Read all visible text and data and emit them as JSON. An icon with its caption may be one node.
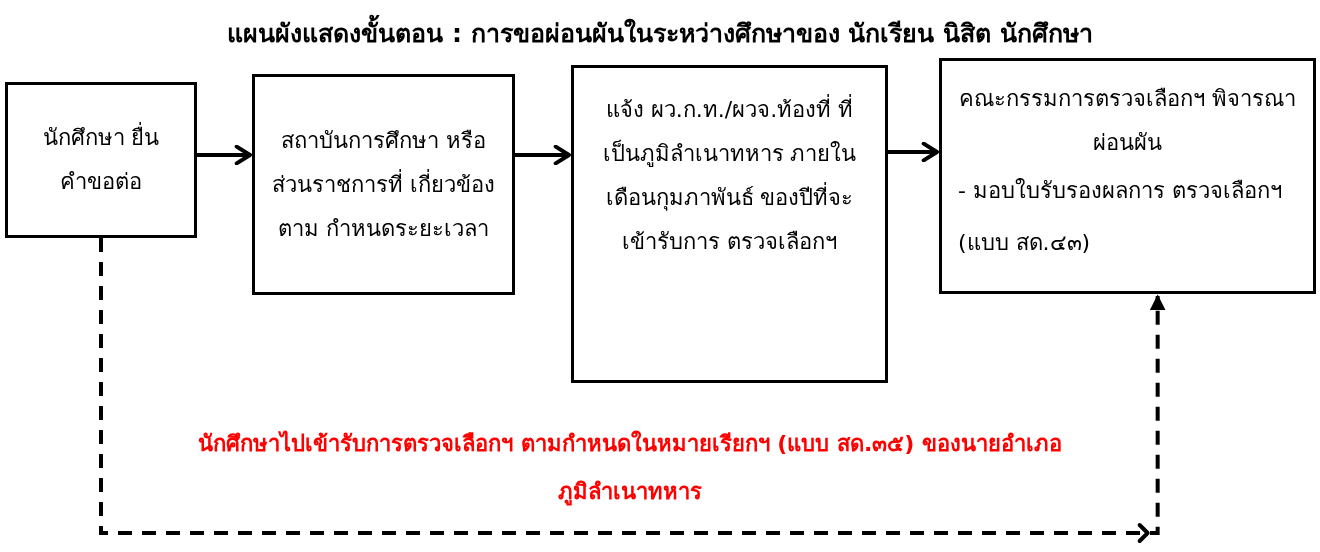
{
  "diagram": {
    "title": "แผนผังแสดงขั้นตอน : การขอผ่อนผันในระหว่างศึกษาของ นักเรียน นิสิต นักศึกษา",
    "nodes": [
      {
        "text": [
          "นักศึกษา ยื่นคำขอต่อ"
        ]
      },
      {
        "text": [
          "สถาบันการศึกษา หรือส่วนราชการที่ เกี่ยวข้อง ตาม กำหนดระยะเวลา"
        ]
      },
      {
        "text": [
          "แจ้ง ผว.ก.ท./ผวจ.ท้องที่ ที่เป็นภูมิลำเนาทหาร ภายในเดือนกุมภาพันธ์ ของปีที่จะเข้ารับการ ตรวจเลือกฯ"
        ]
      },
      {
        "text": [
          "คณะกรรมการตรวจเลือกฯ พิจารณาผ่อนผัน",
          "- มอบใบรับรองผลการ ตรวจเลือกฯ (แบบ สด.๔๓)"
        ]
      }
    ],
    "edges": [
      {
        "from": 0,
        "to": 1,
        "arrow": "to"
      },
      {
        "from": 1,
        "to": 2,
        "arrow": "to"
      },
      {
        "from": 2,
        "to": 3,
        "arrow": "to"
      },
      {
        "from": 0,
        "to": 3,
        "arrow": "to",
        "style": "dashed",
        "label": "นักศึกษาไปเข้ารับการตรวจเลือกฯ ตามกำหนดในหมายเรียกฯ (แบบ สด.๓๕) ของนายอำเภอภูมิลำเนาทหาร"
      }
    ]
  }
}
